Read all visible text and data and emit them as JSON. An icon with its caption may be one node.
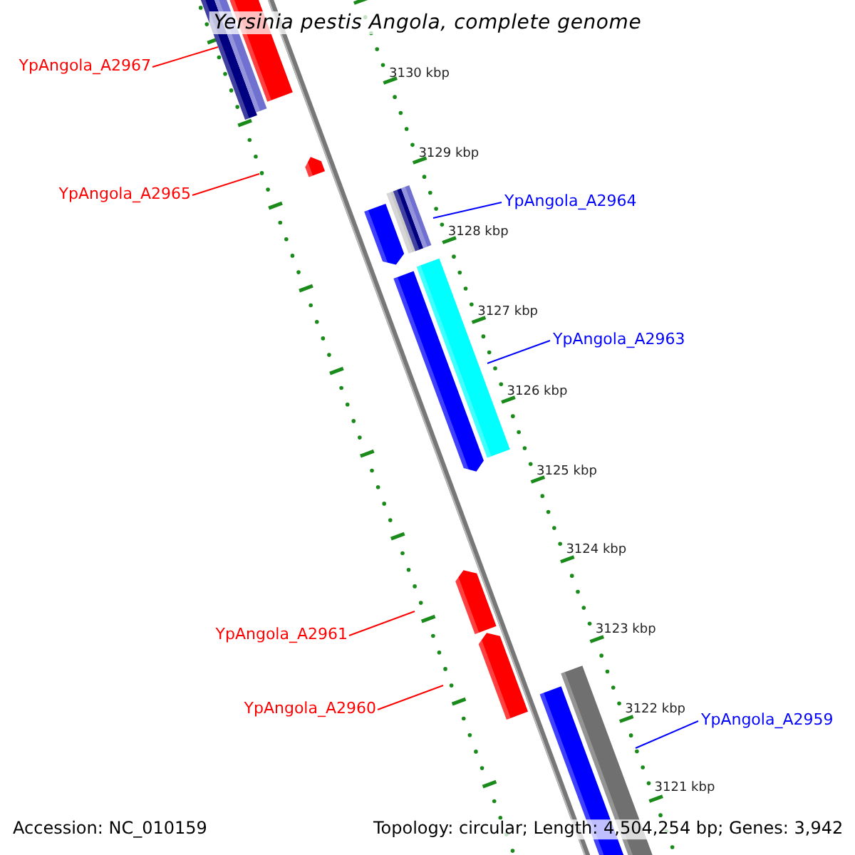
{
  "diagram": {
    "title": "Yersinia pestis Angola, complete genome",
    "nodes": [
      {
        "text": [
          "YpAngola_A2967"
        ]
      },
      {
        "text": [
          "YpAngola_A2965"
        ]
      },
      {
        "text": [
          "YpAngola_A2964"
        ]
      },
      {
        "text": [
          "YpAngola_A2963"
        ]
      },
      {
        "text": [
          "YpAngola_A2961"
        ]
      },
      {
        "text": [
          "YpAngola_A2960"
        ]
      },
      {
        "text": [
          "YpAngola_A2959"
        ]
      }
    ],
    "edges": [
      {
        "from": 0,
        "to": null,
        "arrow": "none"
      },
      {
        "from": 1,
        "to": null,
        "arrow": "none"
      },
      {
        "from": 2,
        "to": null,
        "arrow": "none",
        "color": "#0000ff"
      },
      {
        "from": 3,
        "to": null,
        "arrow": "none",
        "color": "#0000ff"
      },
      {
        "from": 4,
        "to": null,
        "arrow": "none"
      },
      {
        "from": 5,
        "to": null,
        "arrow": "none"
      },
      {
        "from": 6,
        "to": null,
        "arrow": "none",
        "color": "#0000ff"
      }
    ],
    "labels": [
      "3130 kbp",
      "3129 kbp",
      "3128 kbp",
      "3127 kbp",
      "3126 kbp",
      "3125 kbp",
      "3124 kbp",
      "3123 kbp",
      "3122 kbp",
      "3121 kbp",
      "Accession: NC_010159",
      "Topology: circular; Length: 4,504,254 bp; Genes: 3,942"
    ]
  }
}
